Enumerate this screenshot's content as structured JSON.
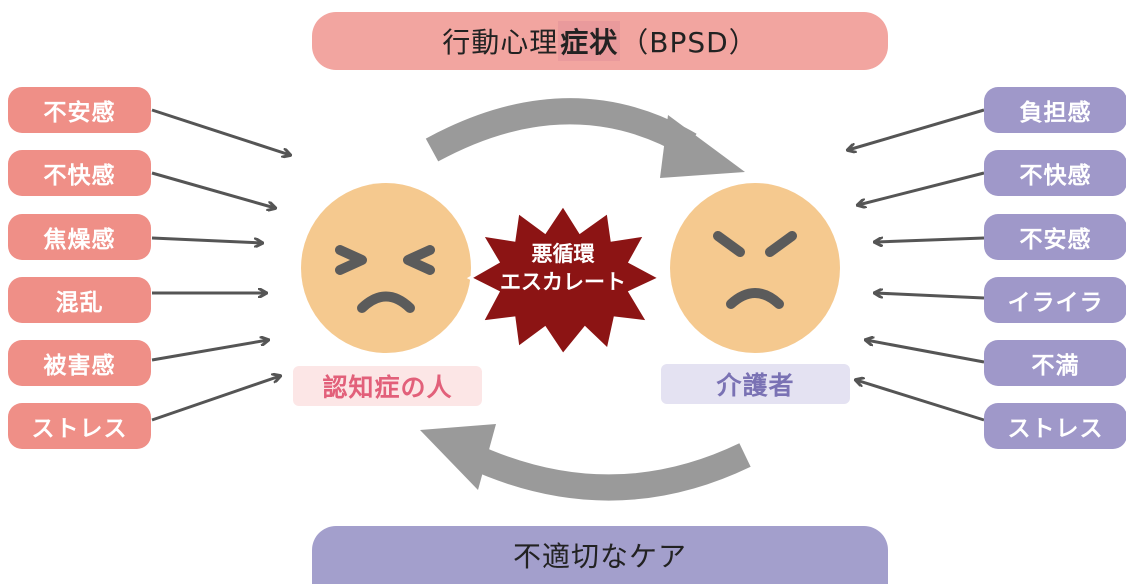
{
  "top_banner": {
    "prefix": "行動心理",
    "highlight": "症状",
    "suffix": "（BPSD）"
  },
  "bottom_banner": {
    "label": "不適切なケア"
  },
  "left_factors": [
    "不安感",
    "不快感",
    "焦燥感",
    "混乱",
    "被害感",
    "ストレス"
  ],
  "right_factors": [
    "負担感",
    "不快感",
    "不安感",
    "イライラ",
    "不満",
    "ストレス"
  ],
  "person_left": "認知症の人",
  "person_right": "介護者",
  "center": {
    "line1": "悪循環",
    "line2": "エスカレート"
  },
  "colors": {
    "left_accent": "#ef8f87",
    "right_accent": "#9f98c9",
    "face": "#f5c98f",
    "burst": "#8c1414",
    "cycle_arrow": "#9a9a9a"
  }
}
